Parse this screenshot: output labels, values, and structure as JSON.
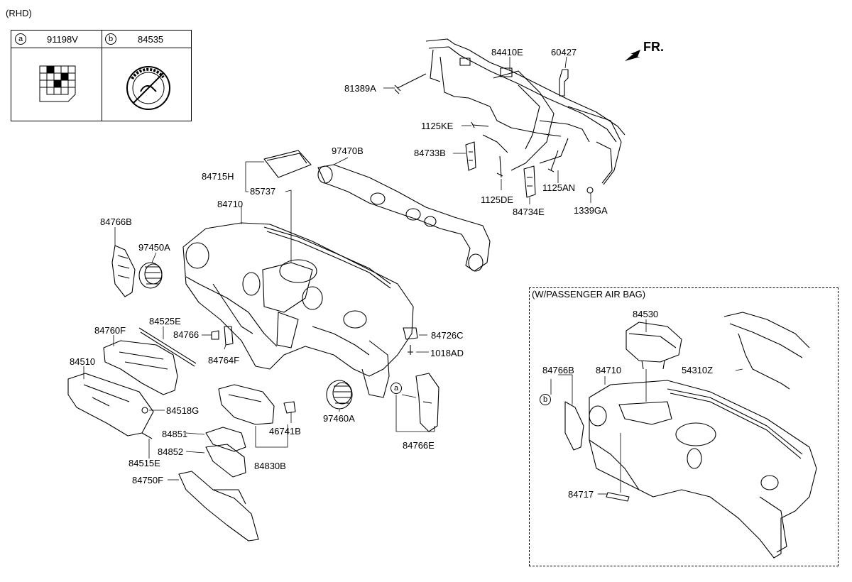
{
  "header": {
    "variant": "(RHD)"
  },
  "legend": {
    "a": {
      "letter": "a",
      "part": "91198V"
    },
    "b": {
      "letter": "b",
      "part": "84535"
    }
  },
  "direction": {
    "label": "FR."
  },
  "airbag_section": {
    "title": "(W/PASSENGER AIR BAG)",
    "labels": {
      "p84530": "84530",
      "p84766B": "84766B",
      "p84710": "84710",
      "p54310Z": "54310Z",
      "p84717": "84717",
      "letter_b": "b"
    }
  },
  "labels": {
    "p84410E": "84410E",
    "p60427": "60427",
    "p81389A": "81389A",
    "p1125KE": "1125KE",
    "p84733B": "84733B",
    "p1125DE": "1125DE",
    "p1125AN": "1125AN",
    "p84734E": "84734E",
    "p1339GA": "1339GA",
    "p97470B": "97470B",
    "p84715H": "84715H",
    "p85737": "85737",
    "p84710": "84710",
    "p84766B": "84766B",
    "p97450A": "97450A",
    "p84525E": "84525E",
    "p84760F": "84760F",
    "p84766": "84766",
    "p84764F": "84764F",
    "p84726C": "84726C",
    "p1018AD": "1018AD",
    "p84510": "84510",
    "p84518G": "84518G",
    "p46741B": "46741B",
    "p97460A": "97460A",
    "p84766E": "84766E",
    "p84851": "84851",
    "p84852": "84852",
    "p84830B": "84830B",
    "p84515E": "84515E",
    "p84750F": "84750F",
    "letter_a": "a"
  }
}
